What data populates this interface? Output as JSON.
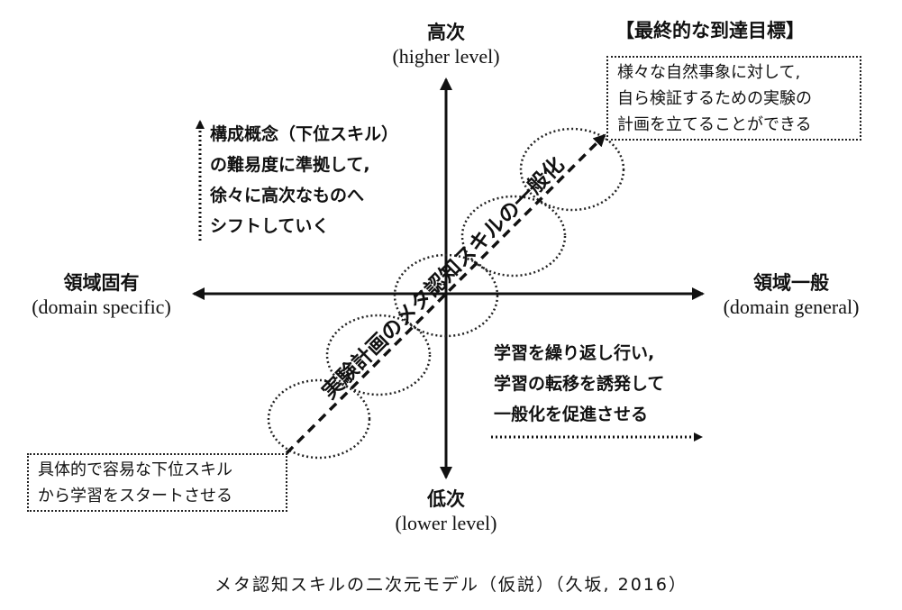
{
  "axes": {
    "top": {
      "jp": "高次",
      "en": "(higher level)"
    },
    "bottom": {
      "jp": "低次",
      "en": "(lower level)"
    },
    "left": {
      "jp": "領域固有",
      "en": "(domain specific)"
    },
    "right": {
      "jp": "領域一般",
      "en": "(domain general)"
    }
  },
  "goal": {
    "title": "【最終的な到達目標】",
    "lines": [
      "様々な自然事象に対して,",
      "自ら検証するための実験の",
      "計画を立てることができる"
    ]
  },
  "start": {
    "lines": [
      "具体的で容易な下位スキル",
      "から学習をスタートさせる"
    ]
  },
  "left_note": {
    "lines": [
      "構成概念（下位スキル）",
      "の難易度に準拠して,",
      "徐々に高次なものへ",
      "シフトしていく"
    ]
  },
  "right_note": {
    "lines": [
      "学習を繰り返し行い,",
      "学習の転移を誘発して",
      "一般化を促進させる"
    ]
  },
  "diagonal_label": "実験計画のメタ認知スキルの一般化",
  "caption": "メタ認知スキルの二次元モデル（仮説）（久坂, 2016）"
}
